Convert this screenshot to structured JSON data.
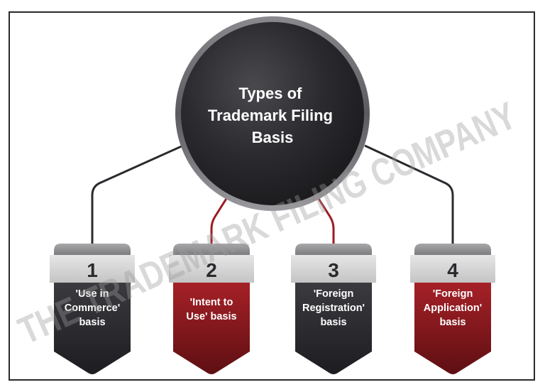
{
  "title_lines": [
    "Types of",
    "Trademark Filing",
    "Basis"
  ],
  "watermark": "THE TRADEMARK FILING COMPANY",
  "colors": {
    "dark": "#2b2a2e",
    "red": "#8b1a1e",
    "tab": "#d6d6d6",
    "frame": "#2a2a2a",
    "connector_dark": "#2b2a2e",
    "connector_red": "#9b1b20"
  },
  "items": [
    {
      "number": "1",
      "lines": [
        "'Use in",
        "Commerce'",
        "basis"
      ],
      "color": "dark"
    },
    {
      "number": "2",
      "lines": [
        "'Intent to",
        "Use' basis"
      ],
      "color": "red"
    },
    {
      "number": "3",
      "lines": [
        "'Foreign",
        "Registration'",
        "basis"
      ],
      "color": "dark"
    },
    {
      "number": "4",
      "lines": [
        "'Foreign",
        "Application'",
        "basis"
      ],
      "color": "red"
    }
  ]
}
